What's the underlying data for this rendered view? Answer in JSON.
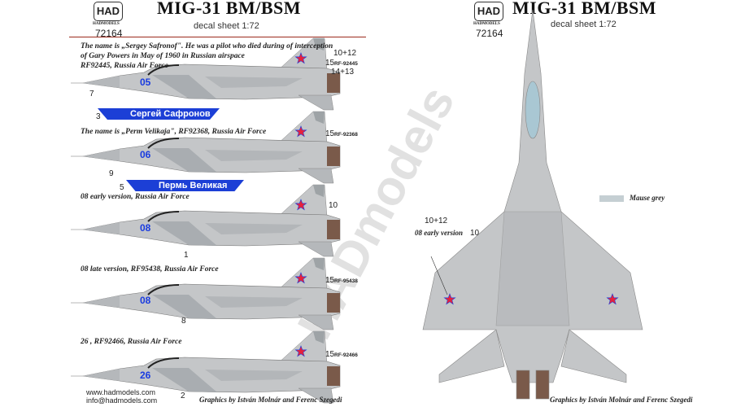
{
  "header_left": {
    "logo": "HAD",
    "logo_sub": "HADMODELS",
    "code": "72164",
    "title": "MIG-31 BM/BSM",
    "subtitle": "decal sheet 1:72"
  },
  "header_right": {
    "logo": "HAD",
    "logo_sub": "HADMODELS",
    "code": "72164",
    "title": "MIG-31 BM/BSM",
    "subtitle": "decal sheet 1:72"
  },
  "profiles": [
    {
      "caption": [
        "The name is „Sergey Safronof\". He was a pilot who died during of interception",
        "of Gary Powers in May of 1960 in Russian airspace",
        "RF92445, Russia Air Force"
      ],
      "number": "05",
      "callouts": [
        "10+12",
        "15",
        "14+13",
        "7",
        "3"
      ],
      "reg": "RF-92445",
      "band": "Сергей Сафронов"
    },
    {
      "caption": [
        "The name is „Perm Velikaja\", RF92368, Russia Air Force"
      ],
      "number": "06",
      "callouts": [
        "15",
        "9",
        "5"
      ],
      "reg": "RF-92368",
      "band": "Пермь Великая"
    },
    {
      "caption": [
        "08 early version, Russia Air Force"
      ],
      "number": "08",
      "callouts": [
        "10",
        "1"
      ]
    },
    {
      "caption": [
        "08 late version, RF95438, Russia Air Force"
      ],
      "number": "08",
      "callouts": [
        "15",
        "8"
      ],
      "reg": "RF-95438"
    },
    {
      "caption": [
        "26 , RF92466, Russia Air Force"
      ],
      "number": "26",
      "callouts": [
        "15",
        "2"
      ],
      "reg": "RF-92466"
    }
  ],
  "top_view": {
    "legend": "Mause grey",
    "callout_a": "10+12",
    "callout_b": "08 early version",
    "callout_c": "10"
  },
  "footer": {
    "web": "www.hadmodels.com",
    "email": "info@hadmodels.com",
    "credit_left": "Graphics by István Molnár and Ferenc Szegedi",
    "credit_right": "Graphics by István Molnár and Ferenc Szegedi"
  },
  "watermark": "HADmodels",
  "colors": {
    "aircraft_grey": "#c4c6c8",
    "dark_grey": "#9ea3a6",
    "star": "#e8213a",
    "number_blue": "#1a3ce0",
    "exhaust": "#7a5a4a",
    "rule": "#9b2a1d",
    "mause_grey": "#c5cfd3"
  }
}
